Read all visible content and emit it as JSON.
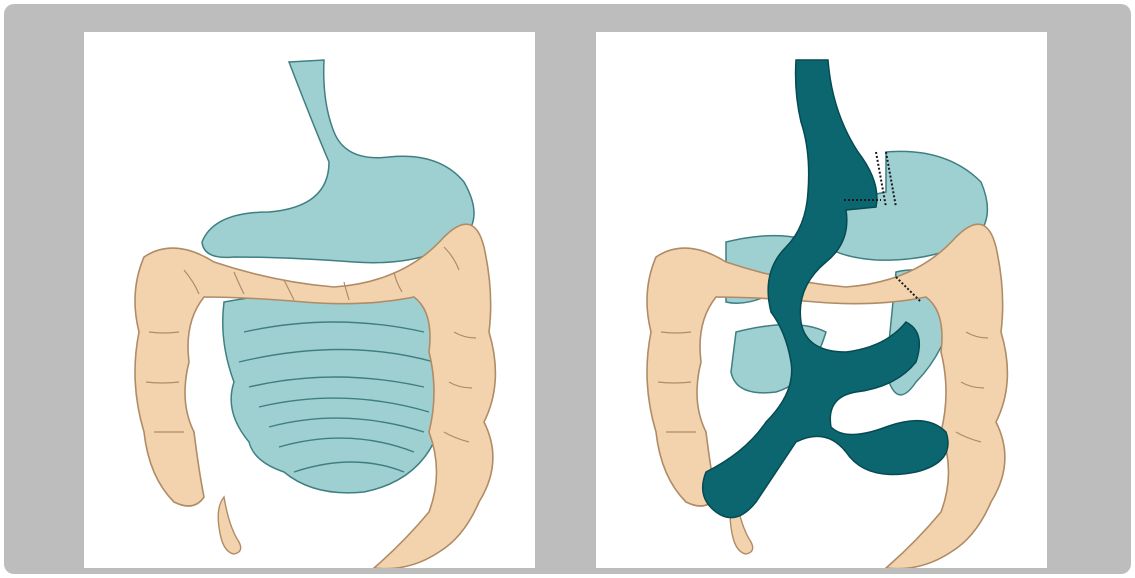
{
  "figure": {
    "panels": [
      {
        "id": "before",
        "depiction": "normal-gi-anatomy"
      },
      {
        "id": "after",
        "depiction": "roux-en-y-gastric-bypass"
      }
    ]
  },
  "colors": {
    "frame": "#bdbdbd",
    "panel_background": "#ffffff",
    "stomach_and_intestine": "#9fd0d1",
    "intestine_outline": "#3f7f82",
    "colon": "#f3d3ae",
    "colon_outline": "#b08c66",
    "bypass_route": "#0b6670",
    "bypass_outline": "#064a52",
    "staple_line": "#1a1a1a"
  }
}
